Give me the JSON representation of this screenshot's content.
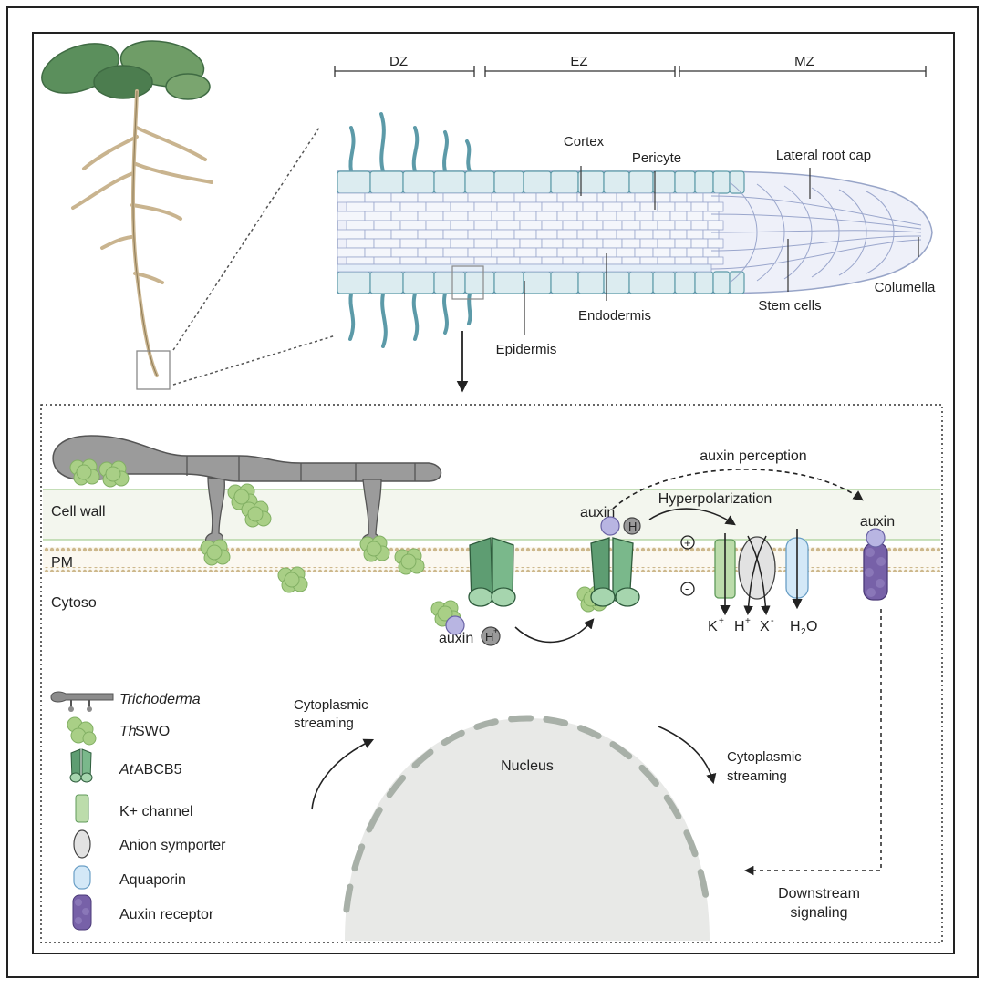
{
  "zones": {
    "dz": "DZ",
    "ez": "EZ",
    "mz": "MZ"
  },
  "root_labels": {
    "cortex": "Cortex",
    "pericyte": "Pericyte",
    "lateral_root_cap": "Lateral root cap",
    "columella": "Columella",
    "stem_cells": "Stem cells",
    "endodermis": "Endodermis",
    "epidermis": "Epidermis"
  },
  "cell_labels": {
    "cell_wall": "Cell wall",
    "pm": "PM",
    "cytoso": "Cytoso",
    "auxin_perception": "auxin perception",
    "hyperpolarization": "Hyperpolarization",
    "auxin": "auxin",
    "auxin_receptor_top": "auxin",
    "auxin_bottom": "auxin",
    "h_plus": "H",
    "plus_sign": "+",
    "minus_sign": "-",
    "k_plus": "K",
    "h_ion": "H",
    "x_ion": "X",
    "h2o_h": "H",
    "h2o_2": "2",
    "h2o_o": "O",
    "nucleus": "Nucleus",
    "cyto_stream_left_1": "Cytoplasmic",
    "cyto_stream_left_2": "streaming",
    "cyto_stream_right_1": "Cytoplasmic",
    "cyto_stream_right_2": "streaming",
    "downstream_1": "Downstream",
    "downstream_2": "signaling"
  },
  "legend": {
    "trichoderma": "Trichoderma",
    "thswo_prefix": "Th",
    "thswo_suffix": "SWO",
    "atabcb5_prefix": "At",
    "atabcb5_suffix": "ABCB5",
    "k_channel": "K+ channel",
    "anion_symporter": "Anion symporter",
    "aquaporin": "Aquaporin",
    "auxin_receptor": "Auxin receptor"
  },
  "colors": {
    "outline": "#222222",
    "cell_wall_bg": "#f3f6ee",
    "membrane": "#d9c79f",
    "swo_green": "#a9cf86",
    "abcb5_green": "#6aaa7e",
    "k_channel": "#b9dba6",
    "aquaporin": "#cfe6f6",
    "receptor": "#7761a8",
    "auxin_ball": "#b8b5e2",
    "hyphae": "#8f8f8f",
    "nucleus": "#e8e9e7",
    "root_cells": "#dcecf0",
    "root_tip": "#ecedf8"
  }
}
